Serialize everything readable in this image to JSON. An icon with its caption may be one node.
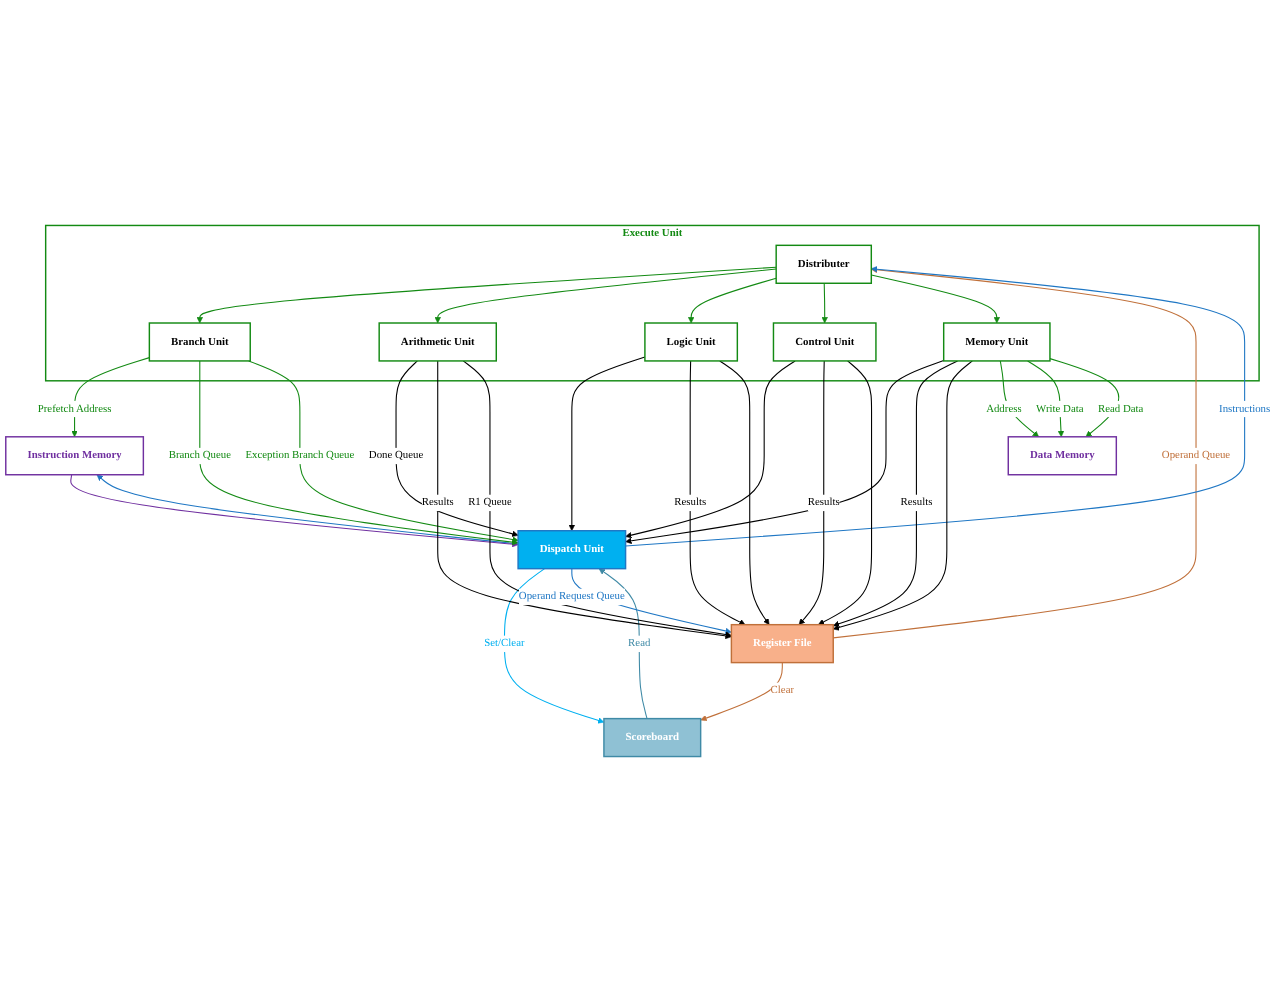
{
  "diagram": {
    "nodes": [
      {
        "text": [
          "Instruction Memory"
        ]
      },
      {
        "text": [
          "Dispatch Unit"
        ]
      },
      {
        "text": [
          "Scoreboard"
        ]
      },
      {
        "text": [
          "Register File"
        ]
      },
      {
        "text": [
          "Execute Unit"
        ]
      },
      {
        "text": [
          "Distributer"
        ],
        "in": 4
      },
      {
        "text": [
          "Branch Unit"
        ],
        "in": 4
      },
      {
        "text": [
          "Arithmetic Unit"
        ],
        "in": 4
      },
      {
        "text": [
          "Logic Unit"
        ],
        "in": 4
      },
      {
        "text": [
          "Control Unit"
        ],
        "in": 4
      },
      {
        "text": [
          "Memory Unit"
        ],
        "in": 4
      },
      {
        "text": [
          "Data Memory"
        ]
      }
    ],
    "edges": [
      {
        "from": 1,
        "to": 0,
        "arrow": "to",
        "color": "#1f77c4"
      },
      {
        "from": 0,
        "to": 1,
        "arrow": "to",
        "color": "#7030a0"
      },
      {
        "from": 1,
        "to": 2,
        "label": "Set/Clear",
        "arrow": "to",
        "color": "#00b0f0"
      },
      {
        "from": 2,
        "to": 1,
        "label": "Read",
        "arrow": "to",
        "color": "#3f8aa6"
      },
      {
        "from": 3,
        "to": 2,
        "label": "Clear",
        "arrow": "to",
        "color": "#c0703a"
      },
      {
        "from": 1,
        "to": 3,
        "label": "Operand Request Queue",
        "arrow": "to",
        "color": "#1f77c4"
      },
      {
        "from": 3,
        "to": 5,
        "label": "Operand Queue",
        "arrow": "to",
        "color": "#c0703a"
      },
      {
        "from": 1,
        "to": 5,
        "label": "Instructions",
        "arrow": "to",
        "color": "#1f77c4"
      },
      {
        "from": 6,
        "to": 0,
        "label": "Prefetch Address",
        "arrow": "to",
        "color": "#138a13"
      },
      {
        "from": 6,
        "to": 1,
        "label": "Branch Queue",
        "arrow": "to",
        "color": "#138a13"
      },
      {
        "from": 6,
        "to": 1,
        "label": "Exception Branch Queue",
        "arrow": "to",
        "color": "#138a13"
      },
      {
        "from": 5,
        "to": 6,
        "arrow": "to",
        "color": "#138a13"
      },
      {
        "from": 5,
        "to": 7,
        "arrow": "to",
        "color": "#138a13"
      },
      {
        "from": 5,
        "to": 8,
        "arrow": "to",
        "color": "#138a13"
      },
      {
        "from": 5,
        "to": 9,
        "arrow": "to",
        "color": "#138a13"
      },
      {
        "from": 5,
        "to": 10,
        "arrow": "to",
        "color": "#138a13"
      },
      {
        "from": 7,
        "to": 1,
        "label": "Done Queue",
        "arrow": "to"
      },
      {
        "from": 8,
        "to": 1,
        "arrow": "to"
      },
      {
        "from": 9,
        "to": 1,
        "arrow": "to"
      },
      {
        "from": 10,
        "to": 1,
        "arrow": "to"
      },
      {
        "from": 7,
        "to": 3,
        "label": "Results",
        "arrow": "to"
      },
      {
        "from": 8,
        "to": 3,
        "label": "Results",
        "arrow": "to"
      },
      {
        "from": 9,
        "to": 3,
        "label": "Results",
        "arrow": "to"
      },
      {
        "from": 10,
        "to": 3,
        "label": "Results",
        "arrow": "to"
      },
      {
        "from": 7,
        "to": 3,
        "label": "R1 Queue",
        "arrow": "to"
      },
      {
        "from": 8,
        "to": 3,
        "arrow": "to"
      },
      {
        "from": 9,
        "to": 3,
        "arrow": "to"
      },
      {
        "from": 10,
        "to": 3,
        "arrow": "to"
      },
      {
        "from": 10,
        "to": 11,
        "label": "Address",
        "arrow": "to",
        "color": "#138a13"
      },
      {
        "from": 10,
        "to": 11,
        "label": "Write Data",
        "arrow": "to",
        "color": "#138a13"
      },
      {
        "from": 10,
        "to": 11,
        "label": "Read Data",
        "arrow": "to",
        "color": "#138a13"
      }
    ]
  }
}
